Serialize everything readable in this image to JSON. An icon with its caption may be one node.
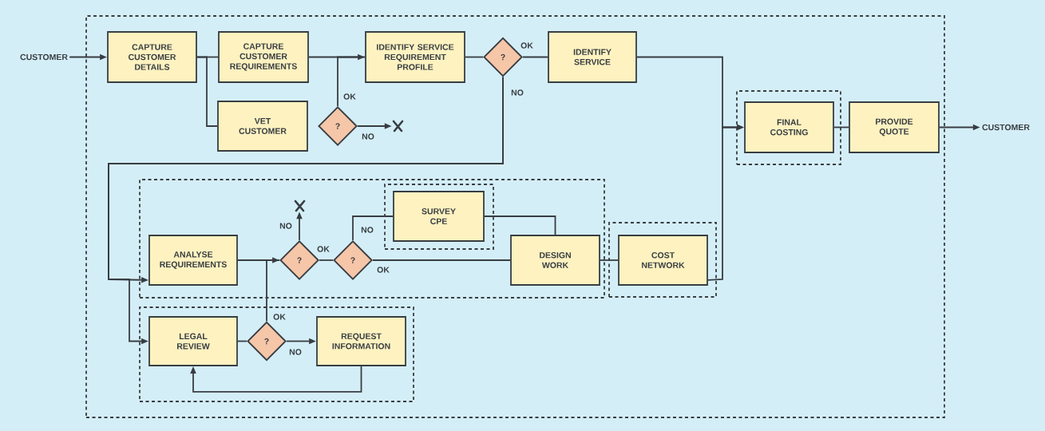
{
  "diagram": {
    "nodes": [
      {
        "text": [
          "CUSTOMER"
        ]
      },
      {
        "text": [],
        "shape": "box"
      },
      {
        "text": [
          "CAPTURE CUSTOMER DETAILS"
        ],
        "in": 1
      },
      {
        "text": [
          "CAPTURE CUSTOMER REQUIREMENTS"
        ],
        "in": 1
      },
      {
        "text": [
          "IDENTIFY SERVICE REQUIREMENT PROFILE"
        ],
        "in": 1
      },
      {
        "text": [
          "?"
        ],
        "in": 1
      },
      {
        "text": [
          "IDENTIFY SERVICE"
        ],
        "in": 1
      },
      {
        "text": [
          "VET CUSTOMER"
        ],
        "in": 1
      },
      {
        "text": [
          "?"
        ],
        "in": 1
      },
      {
        "text": [],
        "shape": "cross",
        "in": 1
      },
      {
        "text": [],
        "shape": "box",
        "in": 1
      },
      {
        "text": [
          "FINAL COSTING"
        ],
        "in": 10
      },
      {
        "text": [
          "PROVIDE QUOTE"
        ],
        "in": 1
      },
      {
        "text": [
          "CUSTOMER"
        ]
      },
      {
        "text": [],
        "shape": "box",
        "in": 1
      },
      {
        "text": [],
        "shape": "cross",
        "in": 14
      },
      {
        "text": [],
        "shape": "box",
        "in": 14
      },
      {
        "text": [
          "SURVEY CPE"
        ],
        "in": 16
      },
      {
        "text": [
          "ANALYSE REQUIREMENTS"
        ],
        "in": 14
      },
      {
        "text": [
          "?"
        ],
        "in": 14
      },
      {
        "text": [
          "?"
        ],
        "in": 14
      },
      {
        "text": [
          "DESIGN WORK"
        ],
        "in": 14
      },
      {
        "text": [],
        "shape": "box",
        "in": 1
      },
      {
        "text": [
          "COST NETWORK"
        ],
        "in": 22
      },
      {
        "text": [],
        "shape": "box",
        "in": 1
      },
      {
        "text": [
          "LEGAL REVIEW"
        ],
        "in": 24
      },
      {
        "text": [
          "?"
        ],
        "in": 24
      },
      {
        "text": [
          "REQUEST INFORMATION"
        ],
        "in": 24
      }
    ],
    "edges": [
      {
        "from": 0,
        "to": 2,
        "arrow": "to"
      },
      {
        "from": 2,
        "to": 3,
        "arrow": "none"
      },
      {
        "from": 2,
        "to": 7,
        "arrow": "none"
      },
      {
        "from": 3,
        "to": 4,
        "arrow": "none"
      },
      {
        "from": 8,
        "to": 4,
        "arrow": "to",
        "label": "OK"
      },
      {
        "from": 8,
        "to": 9,
        "arrow": "to",
        "label": "NO"
      },
      {
        "from": 4,
        "to": 5,
        "arrow": "none"
      },
      {
        "from": 5,
        "to": 6,
        "arrow": "none",
        "label": "OK"
      },
      {
        "from": 5,
        "to": 18,
        "arrow": "to",
        "label": "NO"
      },
      {
        "from": 5,
        "to": 25,
        "arrow": "to"
      },
      {
        "from": 6,
        "to": 11,
        "arrow": "to"
      },
      {
        "from": 23,
        "to": 11,
        "arrow": "to"
      },
      {
        "from": 11,
        "to": 12,
        "arrow": "none"
      },
      {
        "from": 12,
        "to": 13,
        "arrow": "to"
      },
      {
        "from": 18,
        "to": 19,
        "arrow": "none"
      },
      {
        "from": 26,
        "to": 19,
        "arrow": "to",
        "label": "OK"
      },
      {
        "from": 19,
        "to": 15,
        "arrow": "to",
        "label": "NO"
      },
      {
        "from": 19,
        "to": 20,
        "arrow": "none",
        "label": "OK"
      },
      {
        "from": 20,
        "to": 17,
        "arrow": "none",
        "label": "NO"
      },
      {
        "from": 20,
        "to": 21,
        "arrow": "none",
        "label": "OK"
      },
      {
        "from": 17,
        "to": 21,
        "arrow": "none"
      },
      {
        "from": 21,
        "to": 23,
        "arrow": "none"
      },
      {
        "from": 25,
        "to": 26,
        "arrow": "none"
      },
      {
        "from": 26,
        "to": 27,
        "arrow": "to",
        "label": "NO"
      },
      {
        "from": 27,
        "to": 25,
        "arrow": "to"
      }
    ]
  }
}
